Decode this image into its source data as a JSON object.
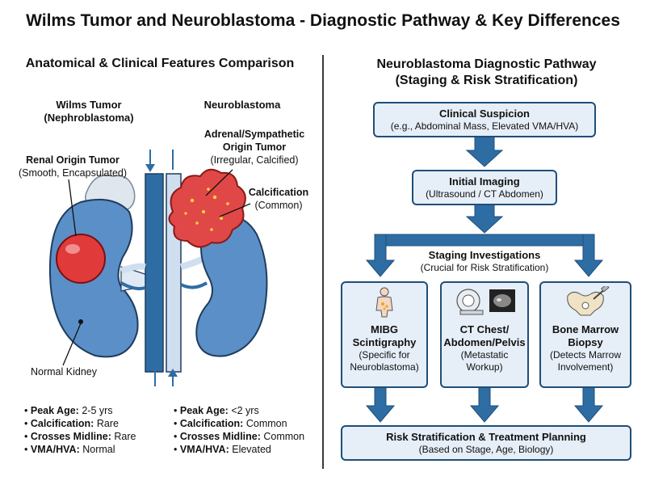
{
  "title": "Wilms Tumor and Neuroblastoma - Diagnostic Pathway & Key Differences",
  "left_panel": {
    "heading": "Anatomical & Clinical Features Comparison",
    "wilms_title_1": "Wilms Tumor",
    "wilms_title_2": "(Nephroblastoma)",
    "neuro_title": "Neuroblastoma",
    "renal_label": "Renal Origin Tumor",
    "renal_sub": "(Smooth, Encapsulated)",
    "adrenal_label_1": "Adrenal/Sympathetic",
    "adrenal_label_2": "Origin Tumor",
    "adrenal_sub": "(Irregular, Calcified)",
    "calc_label": "Calcification",
    "calc_sub": "(Common)",
    "normal_kidney": "Normal Kidney",
    "wilms_facts": [
      {
        "key": "Peak Age:",
        "value": "2-5 yrs"
      },
      {
        "key": "Calcification:",
        "value": "Rare"
      },
      {
        "key": "Crosses Midline:",
        "value": "Rare"
      },
      {
        "key": "VMA/HVA:",
        "value": "Normal"
      }
    ],
    "neuro_facts": [
      {
        "key": "Peak Age:",
        "value": "<2 yrs"
      },
      {
        "key": "Calcification:",
        "value": "Common"
      },
      {
        "key": "Crosses Midline:",
        "value": "Common"
      },
      {
        "key": "VMA/HVA:",
        "value": "Elevated"
      }
    ]
  },
  "right_panel": {
    "heading_1": "Neuroblastoma Diagnostic Pathway",
    "heading_2": "(Staging & Risk Stratification)",
    "suspicion_title": "Clinical Suspicion",
    "suspicion_sub": "(e.g., Abdominal Mass, Elevated VMA/HVA)",
    "imaging_title": "Initial Imaging",
    "imaging_sub": "(Ultrasound / CT Abdomen)",
    "staging_title": "Staging Investigations",
    "staging_sub": "(Crucial for Risk Stratification)",
    "mibg_1": "MIBG",
    "mibg_2": "Scintigraphy",
    "mibg_sub_1": "(Specific for",
    "mibg_sub_2": "Neuroblastoma)",
    "ct_1": "CT Chest/",
    "ct_2": "Abdomen/Pelvis",
    "ct_sub_1": "(Metastatic",
    "ct_sub_2": "Workup)",
    "bm_1": "Bone Marrow",
    "bm_2": "Biopsy",
    "bm_sub_1": "(Detects Marrow",
    "bm_sub_2": "Involvement)",
    "risk_title": "Risk Stratification & Treatment Planning",
    "risk_sub": "(Based on Stage, Age, Biology)"
  },
  "colors": {
    "flow_blue": "#2e6da4",
    "box_border": "#1f4e79",
    "box_fill": "#e6eef7",
    "kidney_blue": "#5b8fc7",
    "wilms_red": "#e03a3a",
    "neuro_red": "#e04848"
  }
}
